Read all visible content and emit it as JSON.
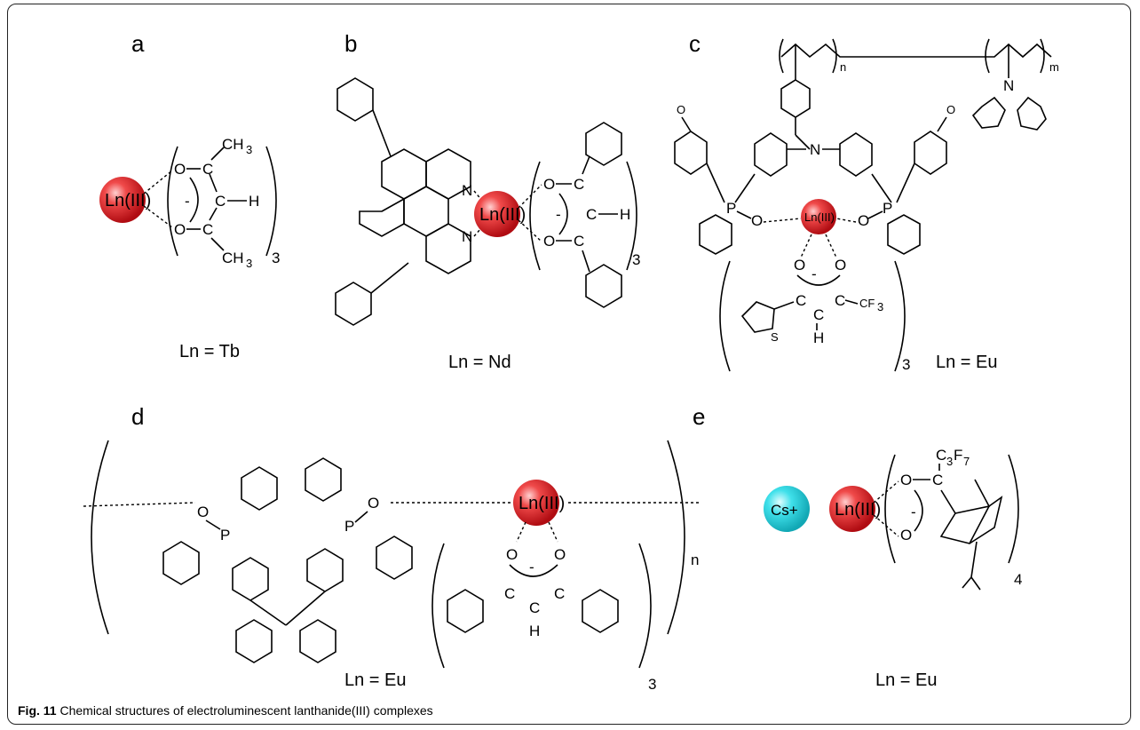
{
  "figure": {
    "caption_label": "Fig. 11",
    "caption_text": "Chemical structures of electroluminescent lanthanide(III) complexes",
    "center_label": "Ln(III)",
    "counterion": "Cs+",
    "panels": [
      {
        "label": "a",
        "metal": "Ln = Tb",
        "subscript": "3"
      },
      {
        "label": "b",
        "metal": "Ln = Nd",
        "subscript": "3"
      },
      {
        "label": "c",
        "metal": "Ln =  Eu",
        "subscript": "3",
        "polymer_n": "n",
        "polymer_m": "m"
      },
      {
        "label": "d",
        "metal": "Ln =  Eu",
        "subscript": "3",
        "polymer_n": "n"
      },
      {
        "label": "e",
        "metal": "Ln =  Eu",
        "subscript": "4"
      }
    ],
    "atoms": {
      "O": "O",
      "C": "C",
      "H": "H",
      "N": "N",
      "P": "P",
      "S": "S",
      "CH3": "CH",
      "sub3": "3",
      "CF": "CF",
      "C3F7_C": "C",
      "C3F7_3": "3",
      "C3F7_F": "F",
      "C3F7_7": "7",
      "minus": "-"
    },
    "colors": {
      "ln_sphere": "#e8222a",
      "cs_sphere": "#26d3de"
    }
  }
}
